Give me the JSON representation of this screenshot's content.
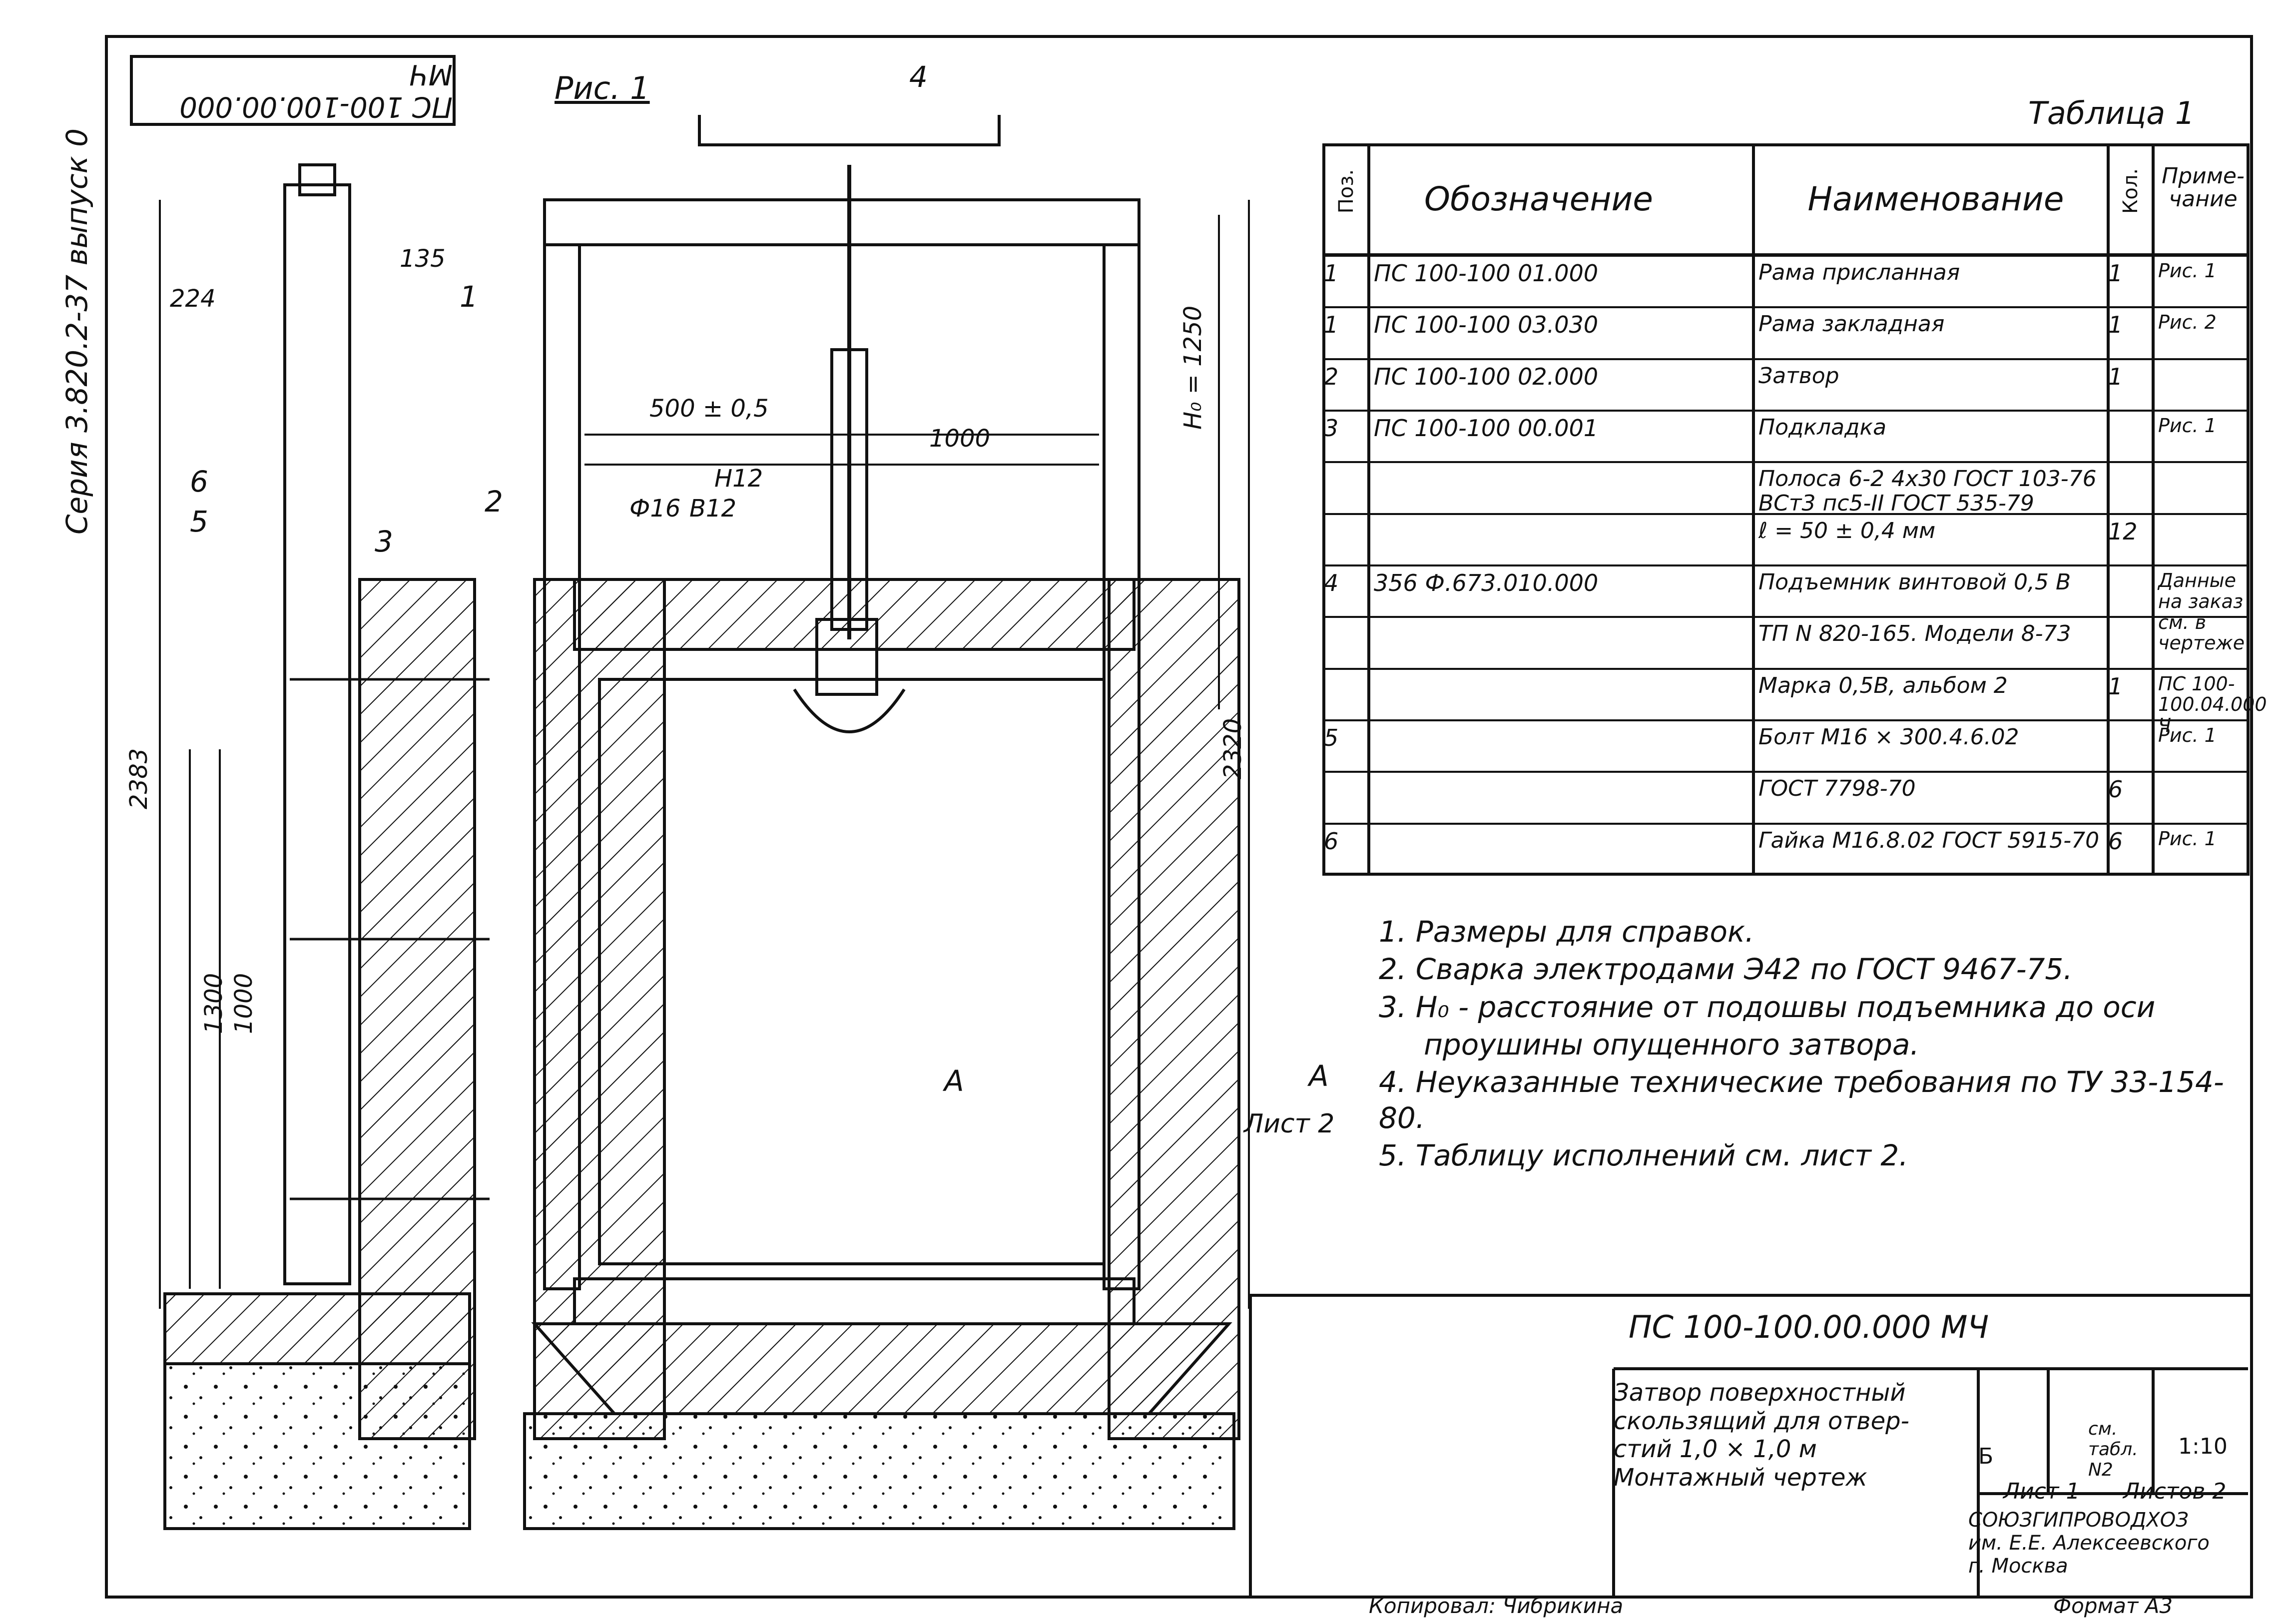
{
  "drawing_code": "ПС 100-100.00.000 МЧ",
  "figure_label": "Рис. 1",
  "series_label": "Серия 3.820.2-37 выпуск 0",
  "table": {
    "title": "Таблица 1",
    "headers": [
      "Поз.",
      "Обозначение",
      "Наименование",
      "Кол.",
      "Приме-чание"
    ],
    "rows": [
      [
        "1",
        "ПС 100-100 01.000",
        "Рама присланная",
        "1",
        "Рис. 1"
      ],
      [
        "1",
        "ПС 100-100 03.030",
        "Рама закладная",
        "1",
        "Рис. 2"
      ],
      [
        "2",
        "ПС 100-100 02.000",
        "Затвор",
        "1",
        ""
      ],
      [
        "3",
        "ПС 100-100 00.001",
        "Подкладка",
        "",
        "Рис. 1"
      ],
      [
        "",
        "",
        "Полоса 6-2 4x30 ГОСТ 103-76 ВСт3 пс5-II ГОСТ 535-79",
        "",
        ""
      ],
      [
        "",
        "",
        "ℓ = 50 ± 0,4 мм",
        "12",
        ""
      ],
      [
        "4",
        "356 Ф.673.010.000",
        "Подъемник винтовой 0,5 В",
        "",
        "Данные на заказ см. в чертеже"
      ],
      [
        "",
        "",
        "ТП N 820-165. Модели 8-73",
        "",
        ""
      ],
      [
        "",
        "",
        "Марка 0,5В, альбом 2",
        "1",
        "ПС 100-100.04.000 Ч"
      ],
      [
        "5",
        "",
        "Болт М16 × 300.4.6.02",
        "",
        "Рис. 1"
      ],
      [
        "",
        "",
        "ГОСТ 7798-70",
        "6",
        ""
      ],
      [
        "6",
        "",
        "Гайка М16.8.02 ГОСТ 5915-70",
        "6",
        "Рис. 1"
      ]
    ]
  },
  "notes": [
    "1. Размеры для справок.",
    "2. Сварка электродами Э42 по ГОСТ 9467-75.",
    "3. H₀ - расстояние от подошвы подъемника до оси",
    "проушины опущенного затвора.",
    "4. Неуказанные технические требования по ТУ 33-154-80.",
    "5. Таблицу исполнений см. лист 2."
  ],
  "dimensions": {
    "d224": "224",
    "d135": "135",
    "d500": "500 ± 0,5",
    "d1000": "1000",
    "h0": "H₀ = 1250",
    "d2383": "2383",
    "d2320": "2320",
    "d1300": "1300",
    "d1000b": "1000",
    "d16": "Ф16",
    "b12": "В12",
    "h12": "Н12"
  },
  "markers": {
    "section_a": "А",
    "sheet_ref": "Лист 2",
    "pos1": "1",
    "pos2": "2",
    "pos3": "3",
    "pos4": "4",
    "pos5": "5",
    "pos6": "6"
  },
  "title_block": {
    "title": "Затвор поверхностный\nскользящий для отвер-\nстий 1,0 × 1,0 м\nМонтажный чертеж",
    "lit": "Б",
    "mass": "см. табл. N2",
    "scale": "1:10",
    "sheet": "Лист 1",
    "sheets": "Листов 2",
    "org": "СОЮЗГИПРОВОДХОЗ\nим. Е.Е. Алексеевского\nг. Москва"
  },
  "footer": {
    "copied_by": "Копировал: Чибрикина",
    "format": "Формат А3"
  }
}
